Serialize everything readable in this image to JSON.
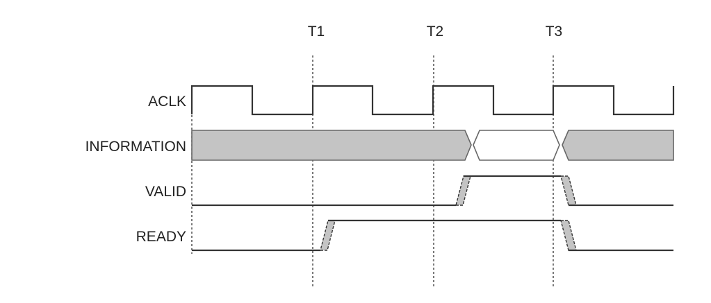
{
  "title": "AXI VALID/READY handshake timing",
  "time_markers": [
    "T1",
    "T2",
    "T3"
  ],
  "signals": [
    "ACLK",
    "INFORMATION",
    "VALID",
    "READY"
  ],
  "colors": {
    "line": "#333333",
    "bus_fill": "#c4c4c4",
    "background": "#ffffff"
  }
}
